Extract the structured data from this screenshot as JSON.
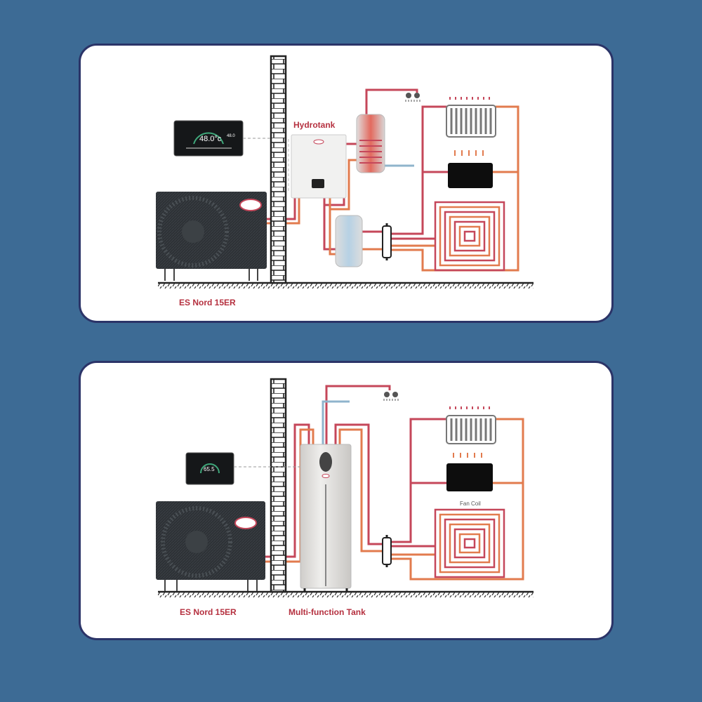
{
  "colors": {
    "background": "#3d6b95",
    "card_border": "#2b3468",
    "hot_pipe": "#c5475a",
    "warm_pipe": "#e27b4e",
    "cold_pipe": "#8fb4cc",
    "label": "#b5303f"
  },
  "diagram_top": {
    "heat_pump_label": "ES Nord 15ER",
    "tank_label": "Hydrotank",
    "controller_reading": "48.0°c",
    "controller_secondary": "48.0"
  },
  "diagram_bottom": {
    "heat_pump_label": "ES Nord 15ER",
    "tank_label": "Multi-function Tank",
    "fan_coil_label": "Fan Coil",
    "controller_reading": "65.5"
  }
}
